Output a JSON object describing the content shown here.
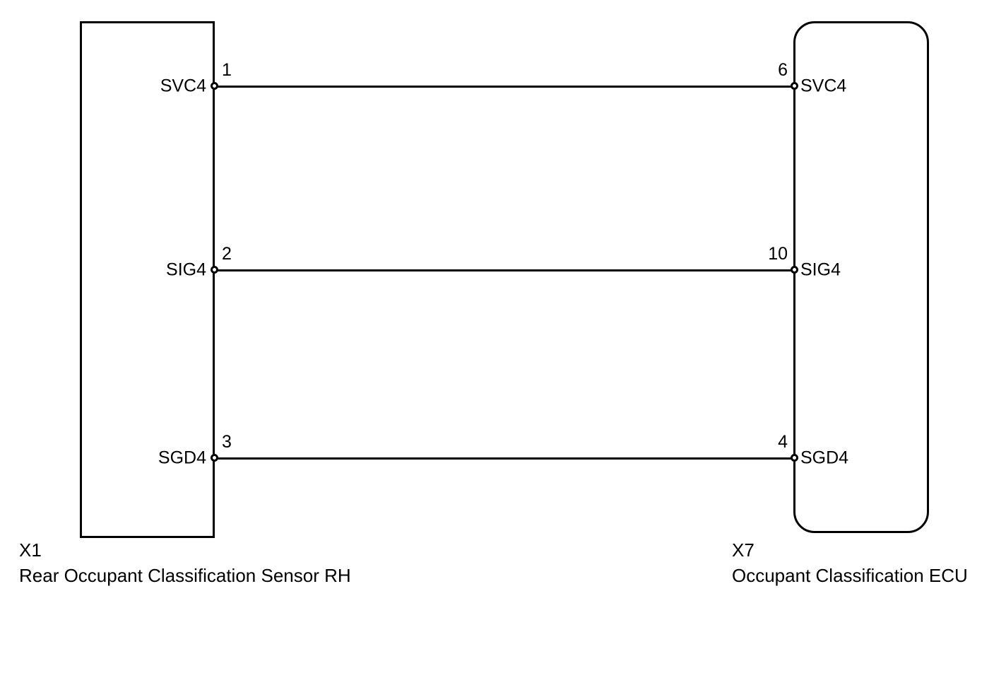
{
  "diagram": {
    "type": "automotive-wiring-harness",
    "background_color": "#ffffff",
    "line_color": "#000000",
    "connectors": [
      {
        "id": "X1",
        "name": "Rear Occupant Classification Sensor RH",
        "shape": "rectangle",
        "side": "left"
      },
      {
        "id": "X7",
        "name": "Occupant Classification ECU",
        "shape": "rounded-rectangle",
        "side": "right"
      }
    ],
    "connections": [
      {
        "left_pin": "1",
        "left_signal": "SVC4",
        "right_pin": "6",
        "right_signal": "SVC4"
      },
      {
        "left_pin": "2",
        "left_signal": "SIG4",
        "right_pin": "10",
        "right_signal": "SIG4"
      },
      {
        "left_pin": "3",
        "left_signal": "SGD4",
        "right_pin": "4",
        "right_signal": "SGD4"
      }
    ]
  }
}
